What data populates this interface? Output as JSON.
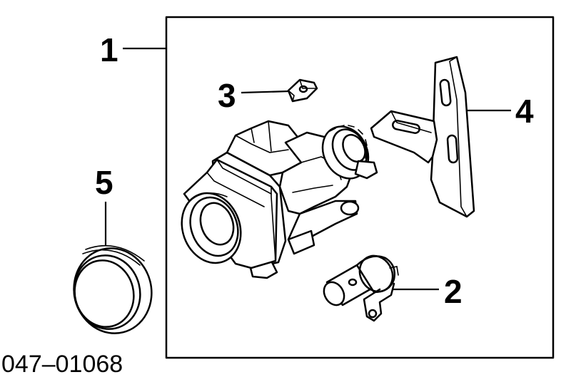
{
  "callouts": {
    "c1": "1",
    "c2": "2",
    "c3": "3",
    "c4": "4",
    "c5": "5"
  },
  "part_number": "047–01068"
}
